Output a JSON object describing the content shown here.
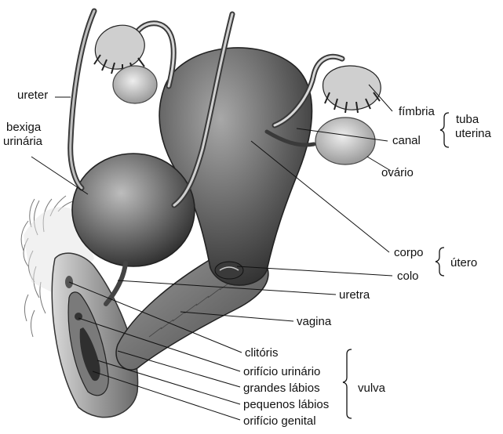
{
  "labels": {
    "ureter": "ureter",
    "bexiga_line1": "bexiga",
    "bexiga_line2": "urinária",
    "fimbria": "fímbria",
    "canal": "canal",
    "ovario": "ovário",
    "corpo": "corpo",
    "colo": "colo",
    "uretra": "uretra",
    "vagina": "vagina",
    "clitoris": "clitóris",
    "orificio_urinario": "orifício urinário",
    "grandes_labios": "grandes lábios",
    "pequenos_labios": "pequenos lábios",
    "orificio_genital": "orifício genital"
  },
  "groups": {
    "tuba_line1": "tuba",
    "tuba_line2": "uterina",
    "utero": "útero",
    "vulva": "vulva"
  },
  "colors": {
    "ink": "#111111",
    "organ_dark": "#4a4a4a",
    "organ_mid": "#8a8a8a",
    "organ_light": "#c8c8c8"
  }
}
